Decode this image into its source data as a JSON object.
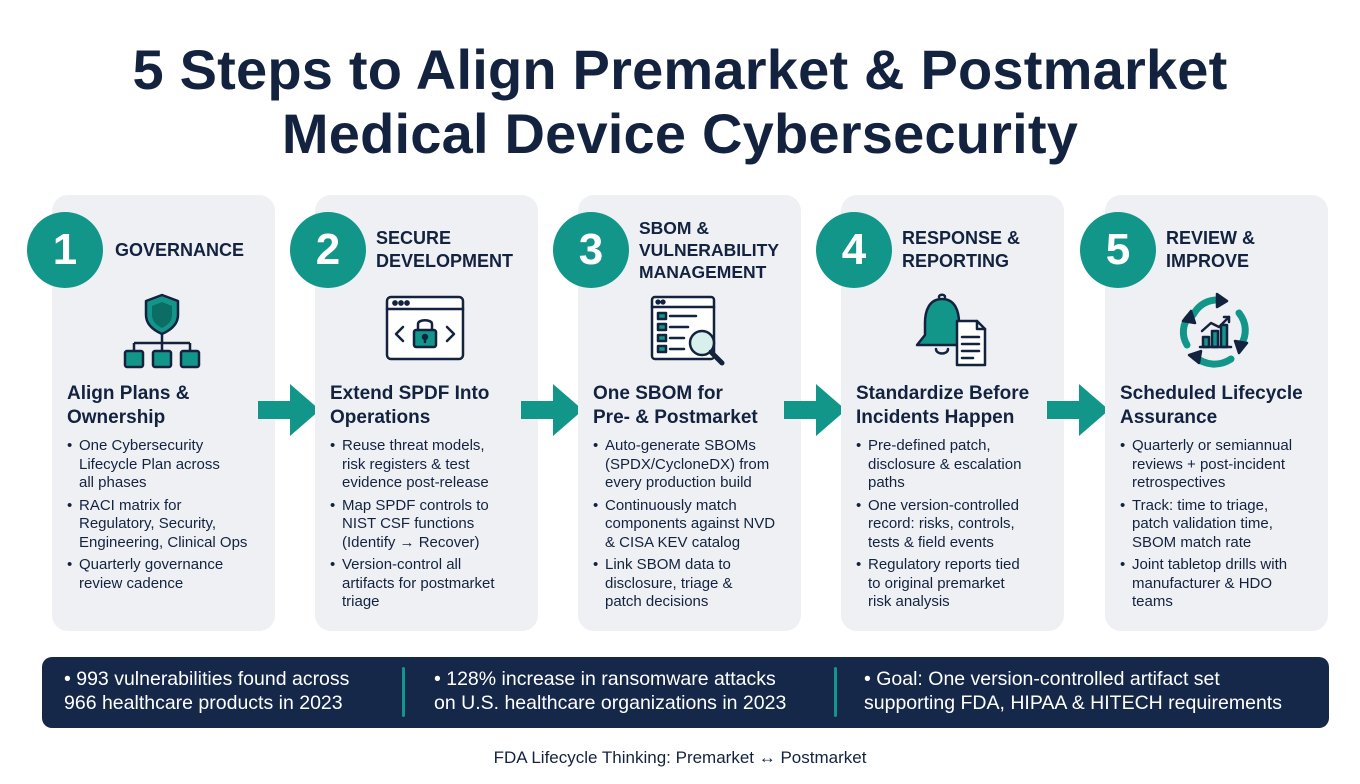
{
  "title": {
    "line1": "5 Steps to Align Premarket & Postmarket",
    "line2": "Medical Device Cybersecurity"
  },
  "steps": [
    {
      "number": "1",
      "label": "GOVERNANCE",
      "icon": "shield-hierarchy-icon",
      "subtitle": "Align Plans &\nOwnership",
      "bullets": [
        "One Cybersecurity\nLifecycle Plan across\nall phases",
        "RACI matrix for\nRegulatory, Security,\nEngineering, Clinical Ops",
        "Quarterly governance\nreview cadence"
      ]
    },
    {
      "number": "2",
      "label": "SECURE\nDEVELOPMENT",
      "icon": "code-lock-icon",
      "subtitle": "Extend SPDF Into\nOperations",
      "bullets": [
        "Reuse threat models,\nrisk registers & test\nevidence post-release",
        "Map SPDF controls to\nNIST CSF functions\n(Identify → Recover)",
        "Version-control all\nartifacts for postmarket\ntriage"
      ]
    },
    {
      "number": "3",
      "label": "SBOM &\nVULNERABILITY\nMANAGEMENT",
      "icon": "document-search-icon",
      "subtitle": "One SBOM for\nPre- & Postmarket",
      "bullets": [
        "Auto-generate SBOMs\n(SPDX/CycloneDX) from\nevery production build",
        "Continuously match\ncomponents against NVD\n& CISA KEV catalog",
        "Link SBOM data to\ndisclosure, triage &\npatch decisions"
      ]
    },
    {
      "number": "4",
      "label": "RESPONSE &\nREPORTING",
      "icon": "bell-document-icon",
      "subtitle": "Standardize Before\nIncidents Happen",
      "bullets": [
        "Pre-defined patch,\ndisclosure & escalation\npaths",
        "One version-controlled\nrecord: risks, controls,\ntests & field events",
        "Regulatory reports tied\nto original premarket\nrisk analysis"
      ]
    },
    {
      "number": "5",
      "label": "REVIEW &\nIMPROVE",
      "icon": "cycle-chart-icon",
      "subtitle": "Scheduled Lifecycle\nAssurance",
      "bullets": [
        "Quarterly or semiannual\nreviews + post-incident\nretrospectives",
        "Track: time to triage,\npatch validation time,\nSBOM match rate",
        "Joint tabletop drills with\nmanufacturer & HDO\nteams"
      ]
    }
  ],
  "stats": [
    "• 993 vulnerabilities found across\n  966 healthcare products in 2023",
    "• 128% increase in ransomware attacks\non U.S. healthcare organizations in 2023",
    "• Goal: One version-controlled artifact set\n  supporting FDA, HIPAA & HITECH requirements"
  ],
  "footer": "FDA Lifecycle Thinking: Premarket ↔ Postmarket",
  "colors": {
    "accent": "#12968a",
    "navy": "#13233f",
    "stats_bg": "#16284a",
    "card_bg": "#eef0f4"
  }
}
